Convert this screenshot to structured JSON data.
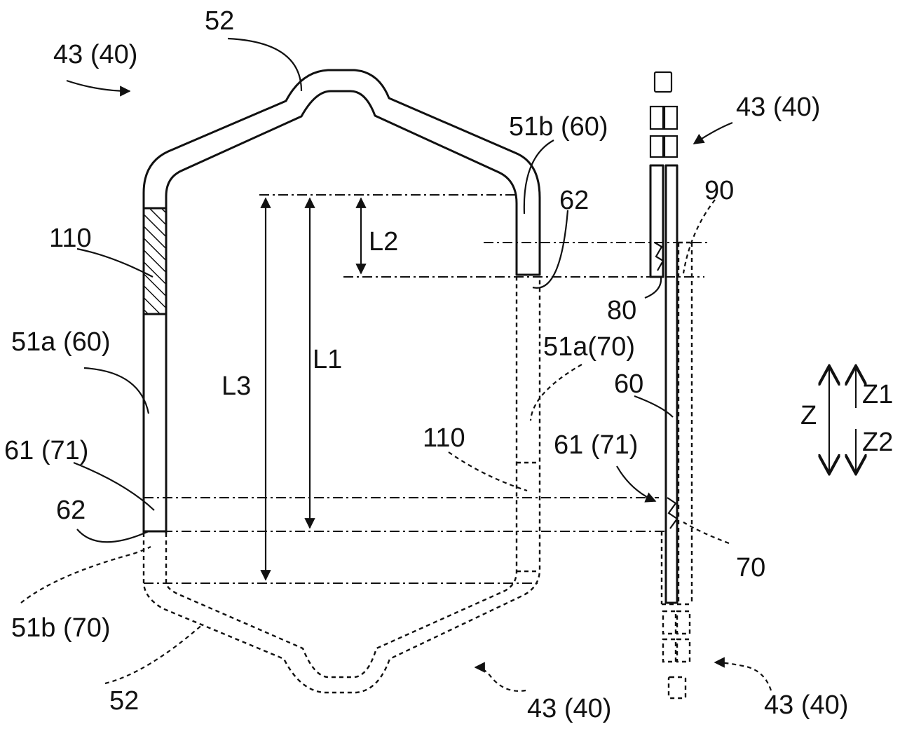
{
  "labels": {
    "top_52": "52",
    "top_left_43_40": "43 (40)",
    "label_110_left": "110",
    "label_51a_60": "51a (60)",
    "label_61_71_left": "61 (71)",
    "label_62_left": "62",
    "label_51b_70": "51b (70)",
    "bottom_52": "52",
    "label_L3": "L3",
    "label_L1": "L1",
    "label_L2": "L2",
    "label_51b_60": "51b (60)",
    "label_62_right": "62",
    "label_51a_70": "51a(70)",
    "label_110_right": "110",
    "label_61_71_right": "61 (71)",
    "bottom_mid_43_40": "43 (40)",
    "top_right_43_40": "43 (40)",
    "label_90": "90",
    "label_80": "80",
    "label_60": "60",
    "label_70": "70",
    "bottom_right_43_40": "43 (40)",
    "axis_Z": "Z",
    "axis_Z1": "Z1",
    "axis_Z2": "Z2"
  }
}
